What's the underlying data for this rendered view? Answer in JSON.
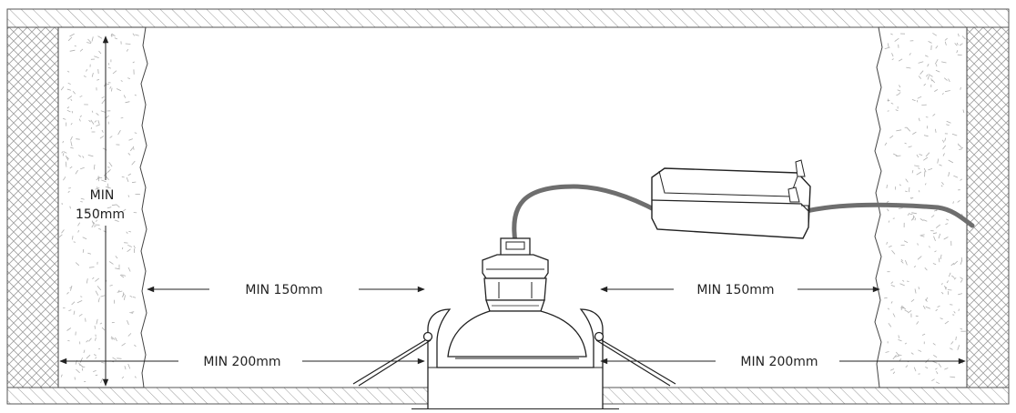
{
  "labels": {
    "vertical_min_line1": "MIN",
    "vertical_min_line2": "150mm",
    "left_min_150": "MIN 150mm",
    "right_min_150": "MIN 150mm",
    "left_min_200": "MIN 200mm",
    "right_min_200": "MIN 200mm"
  },
  "colors": {
    "line": "#222222",
    "hatch": "#9a9a9a",
    "cable": "#6e6e6e",
    "insulation_speck": "#b0b0b0"
  },
  "icons": {
    "arrow": "arrowhead"
  }
}
